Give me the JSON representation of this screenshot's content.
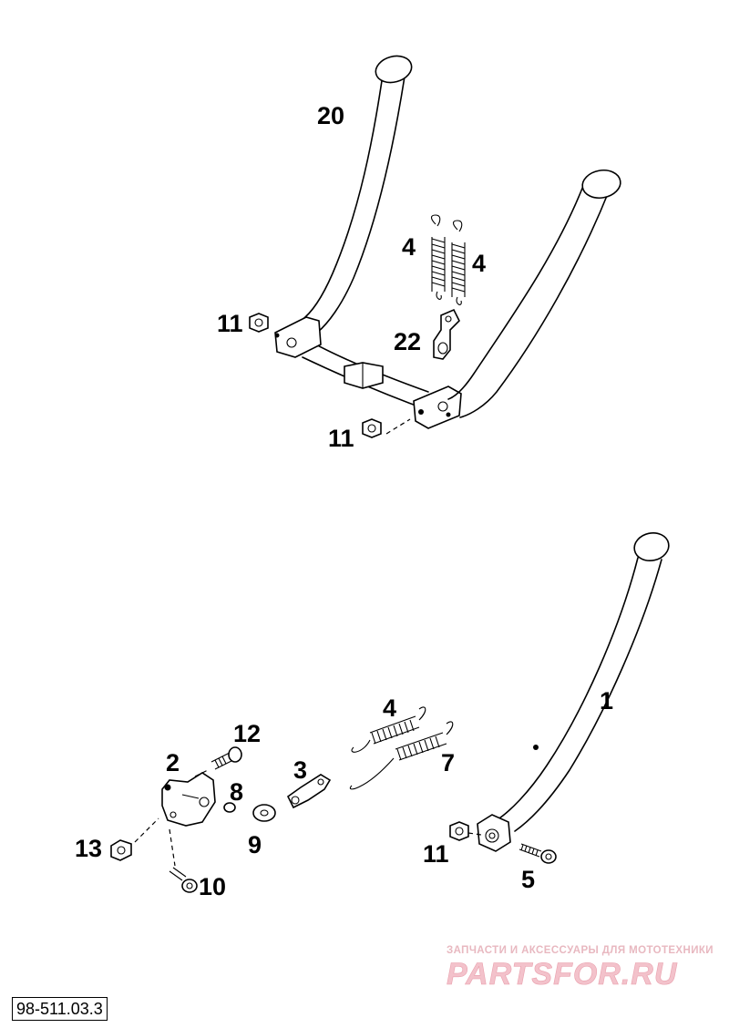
{
  "callouts": {
    "c20": "20",
    "c4a": "4",
    "c4b": "4",
    "c11a": "11",
    "c22": "22",
    "c11b": "11",
    "c1": "1",
    "c4c": "4",
    "c7": "7",
    "c12": "12",
    "c2": "2",
    "c3": "3",
    "c8": "8",
    "c9": "9",
    "c13": "13",
    "c10": "10",
    "c11c": "11",
    "c5": "5"
  },
  "watermark": {
    "subtitle": "ЗАПЧАСТИ И АКСЕССУАРЫ ДЛЯ МОТОТЕХНИКИ",
    "brand": "PARTSFOR.RU"
  },
  "drawing_code": "98-511.03.3",
  "colors": {
    "ink": "#000000",
    "watermark": "#f3c2cb"
  }
}
